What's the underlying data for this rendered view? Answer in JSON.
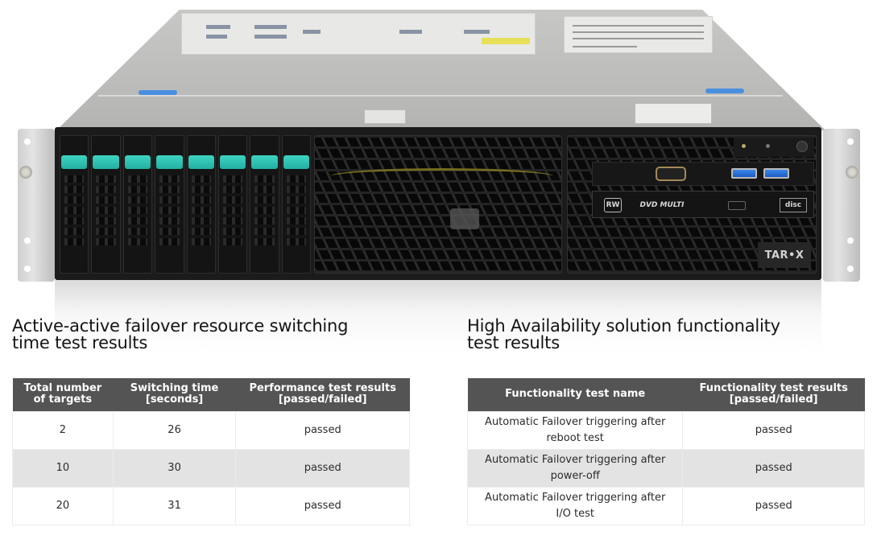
{
  "hero": {
    "device": "rack-server-2u",
    "brand_plate": "TAR•X",
    "drive_bay_count": 8,
    "optical_badges": [
      "RW",
      "DVD MULTI",
      "disc"
    ],
    "colors": {
      "drive_latch": "#2ec4b6",
      "usb_port": "#3b86e8",
      "blue_tab": "#4a8fe0"
    }
  },
  "left_section": {
    "title_line1": "Active-active failover resource switching",
    "title_line2": "time test results",
    "table": {
      "headers": [
        {
          "line1": "Total number",
          "line2": "of targets"
        },
        {
          "line1": "Switching time",
          "line2": "[seconds]"
        },
        {
          "line1": "Performance test results",
          "line2": "[passed/failed]"
        }
      ],
      "rows": [
        {
          "targets": "2",
          "switching_time": "26",
          "result": "passed"
        },
        {
          "targets": "10",
          "switching_time": "30",
          "result": "passed"
        },
        {
          "targets": "20",
          "switching_time": "31",
          "result": "passed"
        }
      ]
    }
  },
  "right_section": {
    "title_line1": "High Availability solution functionality",
    "title_line2": "test results",
    "table": {
      "headers": [
        {
          "line1": "Functionality test name",
          "line2": ""
        },
        {
          "line1": "Functionality test results",
          "line2": "[passed/failed]"
        }
      ],
      "rows": [
        {
          "name_line1": "Automatic Failover triggering after",
          "name_line2": "reboot test",
          "result": "passed"
        },
        {
          "name_line1": "Automatic Failover triggering after",
          "name_line2": "power-off",
          "result": "passed"
        },
        {
          "name_line1": "Automatic Failover triggering after",
          "name_line2": "I/O test",
          "result": "passed"
        }
      ]
    }
  },
  "colors": {
    "table_header_bg": "#555454",
    "table_header_text": "#ffffff",
    "row_alt_bg": "#e3e3e4",
    "row_bg": "#ffffff",
    "text": "#2b2b2b"
  }
}
